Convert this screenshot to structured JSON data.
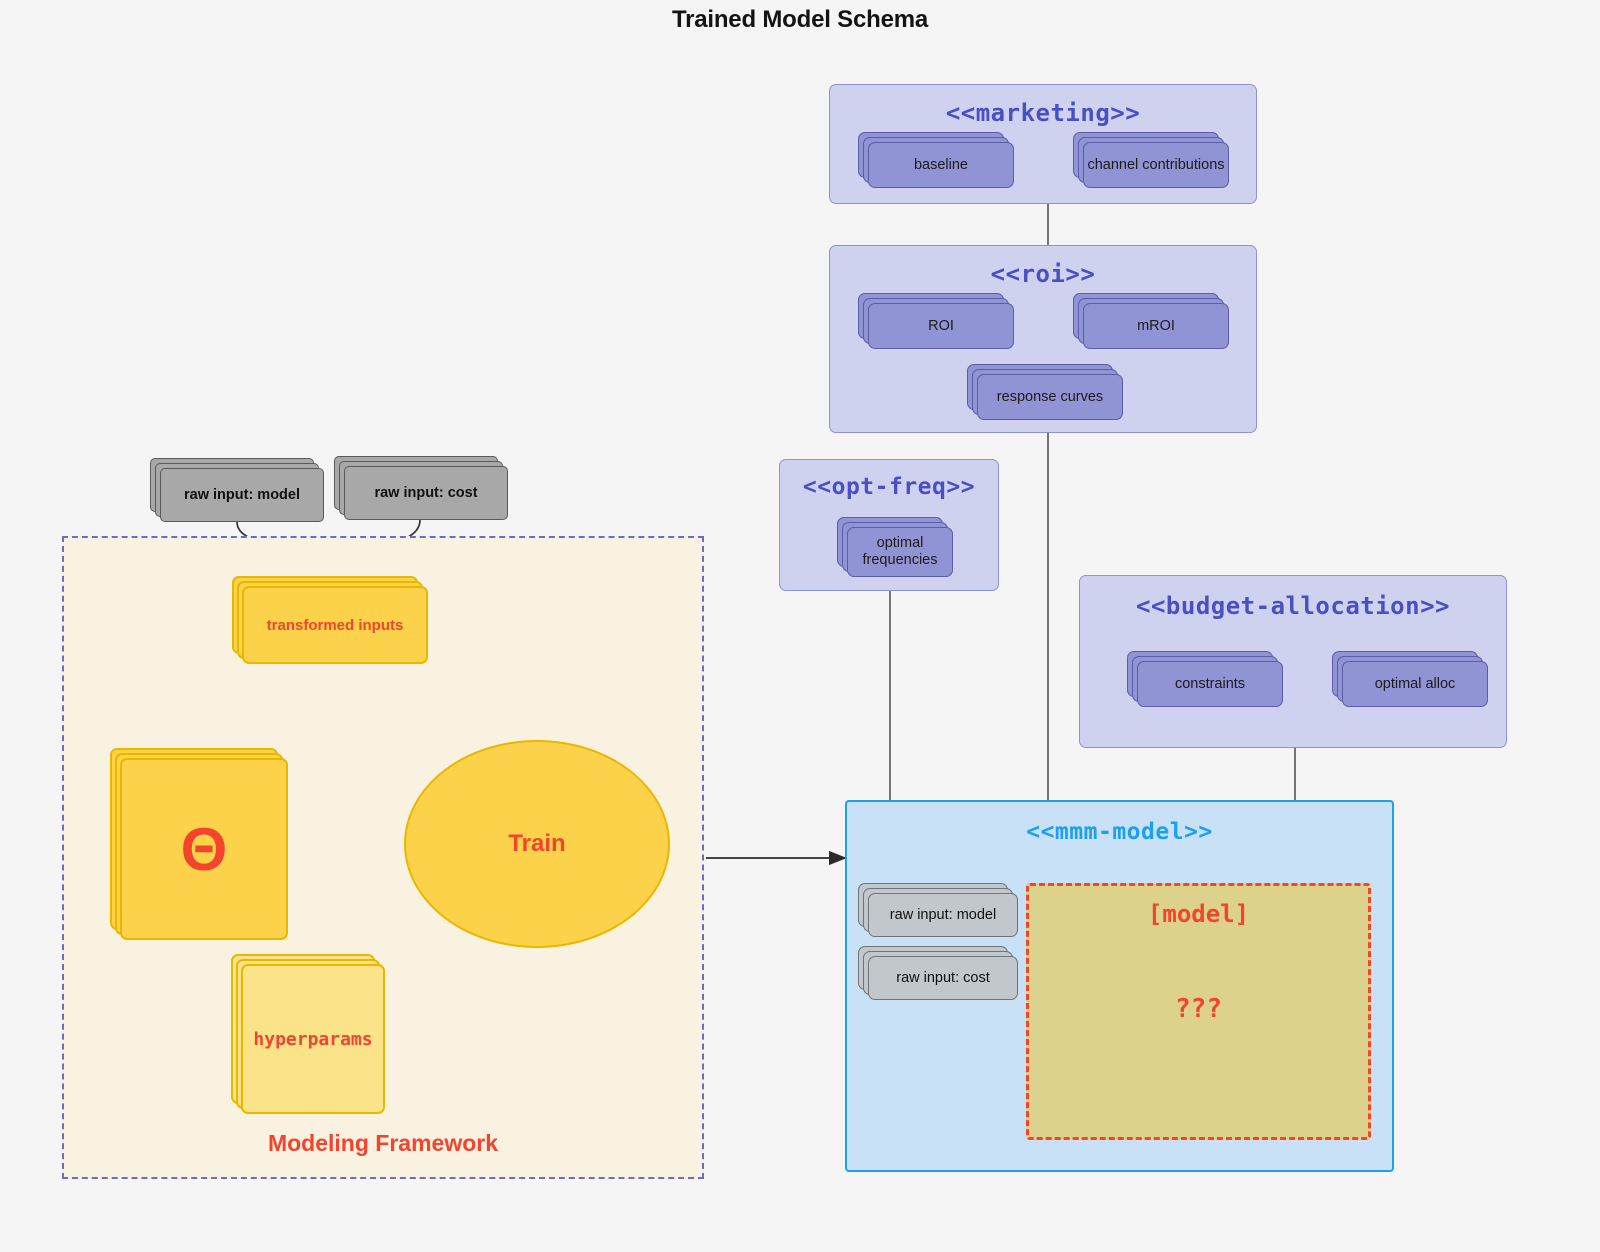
{
  "title": "Trained Model Schema",
  "colors": {
    "background": "#f5f5f5",
    "package_fill": "#cfd2ee",
    "package_border": "#8e92d6",
    "package_title": "#4a4fc4",
    "card_fill": "#9093d4",
    "card_border": "#5b5ea6",
    "mmm_fill": "#c8e1f7",
    "mmm_border": "#1ca0f0",
    "mmm_title": "#1ca0f0",
    "framework_fill": "#faf2e0",
    "framework_border": "#6b6bcf",
    "accent_red": "#f4442e",
    "yellow_fill": "#fbd24a",
    "yellow_pale": "#fbe38a",
    "yellow_border": "#e8b800",
    "gray_fill": "#a8a8a8",
    "gray_light_fill": "#c2c7cc",
    "model_fill": "#ddd28c"
  },
  "packages": {
    "marketing": {
      "title": "<<marketing>>",
      "cards": [
        {
          "label": "baseline"
        },
        {
          "label": "channel contributions"
        }
      ],
      "link": "bidirectional"
    },
    "roi": {
      "title": "<<roi>>",
      "cards": [
        {
          "label": "ROI"
        },
        {
          "label": "mROI"
        },
        {
          "label": "response curves"
        }
      ],
      "link": "bidirectional"
    },
    "opt_freq": {
      "title": "<<opt-freq>>",
      "cards": [
        {
          "label": "optimal\nfrequencies",
          "line1": "optimal",
          "line2": "frequencies"
        }
      ]
    },
    "budget_allocation": {
      "title": "<<budget-allocation>>",
      "cards": [
        {
          "label": "constraints"
        },
        {
          "label": "optimal alloc"
        }
      ],
      "link": "bidirectional"
    },
    "mmm_model": {
      "title": "<<mmm-model>>",
      "inputs": [
        {
          "label": "raw input: model"
        },
        {
          "label": "raw input: cost"
        }
      ],
      "model_box": {
        "title": "[model]",
        "body": "???"
      }
    }
  },
  "framework": {
    "label": "Modeling Framework",
    "raw_inputs": [
      {
        "label": "raw input: model"
      },
      {
        "label": "raw input: cost"
      }
    ],
    "transformed_inputs": {
      "label": "transformed inputs"
    },
    "theta": {
      "label": "Θ"
    },
    "hyperparams": {
      "label": "hyperparams"
    },
    "train": {
      "label": "Train"
    }
  },
  "edges": [
    {
      "from": "raw input: model",
      "to": "transformed inputs",
      "style": "curved-arrow"
    },
    {
      "from": "raw input: cost",
      "to": "transformed inputs",
      "style": "curved-arrow"
    },
    {
      "from": "transformed inputs",
      "to": "Train",
      "style": "curved-arrow-red"
    },
    {
      "from": "theta",
      "to": "Train",
      "style": "arrow-red"
    },
    {
      "from": "hyperparams",
      "to": "Train",
      "style": "curved-arrow-red"
    },
    {
      "from": "Modeling Framework",
      "to": "<<mmm-model>>",
      "style": "arrow-gray"
    },
    {
      "from": "<<marketing>>",
      "to": "<<roi>>",
      "style": "line"
    },
    {
      "from": "<<roi>>",
      "to": "<<mmm-model>>",
      "style": "line"
    },
    {
      "from": "<<opt-freq>>",
      "to": "<<mmm-model>>",
      "style": "line"
    },
    {
      "from": "<<budget-allocation>>",
      "to": "<<mmm-model>>",
      "style": "line"
    }
  ]
}
